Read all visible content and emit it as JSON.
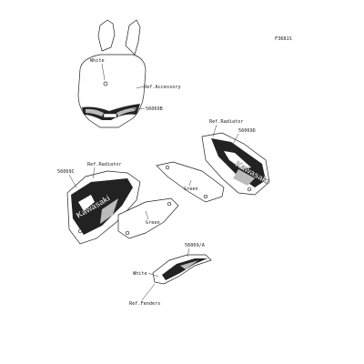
{
  "diagram_id": "F3681S",
  "labels": {
    "white_top": "White",
    "ref_accessory": "Ref.Accessory",
    "part_56069b": "56069B",
    "ref_radiator_right": "Ref.Radiator",
    "part_56069d": "56069D",
    "green_right": "Green",
    "ref_radiator_left": "Ref.Radiator",
    "part_56069c": "56069C",
    "green_left": "Green",
    "part_56069a": "56069/A",
    "white_bottom": "White",
    "ref_fenders": "Ref.Fenders"
  },
  "colors": {
    "ink": "#222222",
    "background": "#ffffff"
  }
}
